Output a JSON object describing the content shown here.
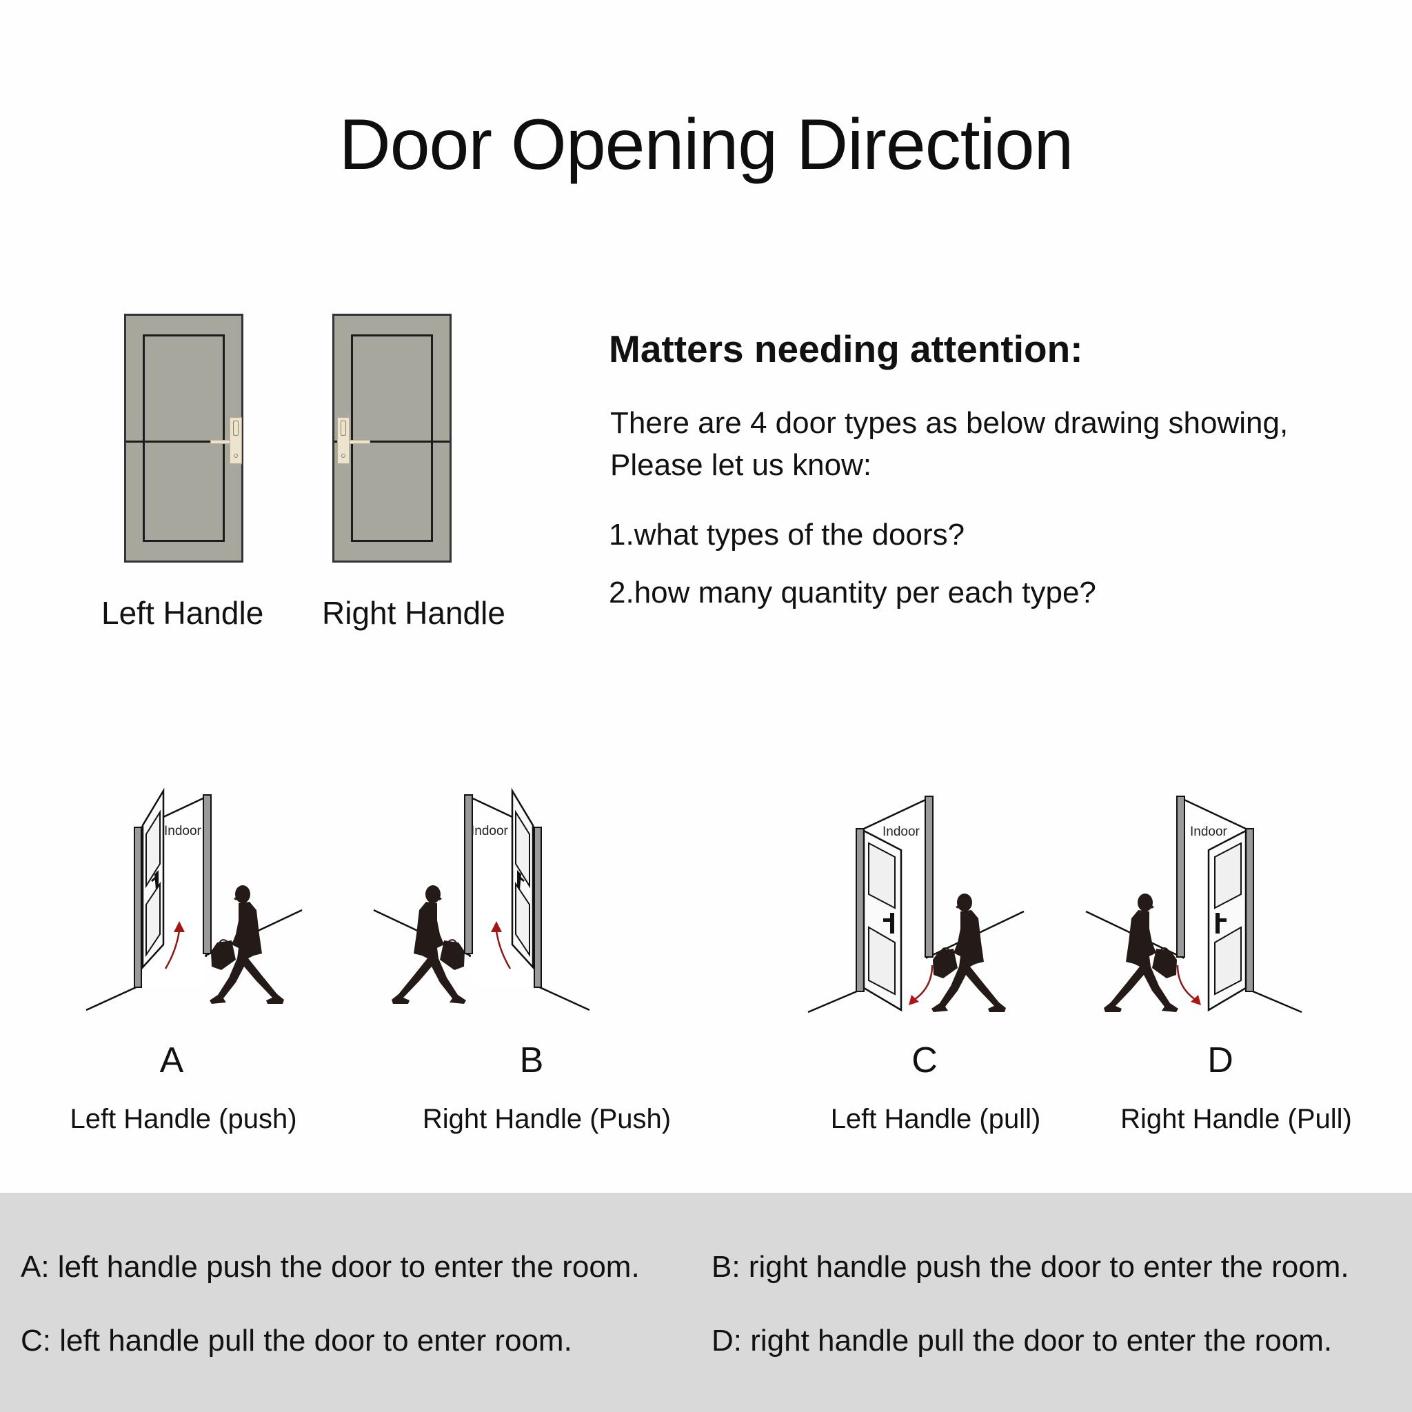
{
  "title": "Door Opening Direction",
  "handle_types": [
    {
      "label": "Left Handle",
      "handle_side": "right-edge"
    },
    {
      "label": "Right Handle",
      "handle_side": "left-edge"
    }
  ],
  "notes": {
    "heading": "Matters needing attention:",
    "intro_line_1": "There are 4 door types as below drawing showing,",
    "intro_line_2": "Please let us know:",
    "question_1": "1.what types of the doors?",
    "question_2": "2.how many quantity per each type?"
  },
  "scenes": [
    {
      "letter": "A",
      "caption": "Left Handle (push)",
      "indoor_label": "Indoor",
      "action": "push"
    },
    {
      "letter": "B",
      "caption": "Right Handle (Push)",
      "indoor_label": "Indoor",
      "action": "push"
    },
    {
      "letter": "C",
      "caption": "Left Handle (pull)",
      "indoor_label": "Indoor",
      "action": "pull"
    },
    {
      "letter": "D",
      "caption": "Right Handle (Pull)",
      "indoor_label": "Indoor",
      "action": "pull"
    }
  ],
  "legend": {
    "A": {
      "key": "A:",
      "text": " left handle push the door to enter the room."
    },
    "B": {
      "key": "B:",
      "text": " right handle push the door to enter the room."
    },
    "C": {
      "key": "C:",
      "text": " left handle pull the door to enter room."
    },
    "D": {
      "key": "D:",
      "text": " right handle pull the door to enter the room."
    }
  },
  "colors": {
    "door_fill": "#a7a79d",
    "jamb_gray": "#9a9a9a",
    "arrow_red": "#8b1a1a",
    "silhouette": "#241a18",
    "band_gray": "#d9d9d9"
  }
}
